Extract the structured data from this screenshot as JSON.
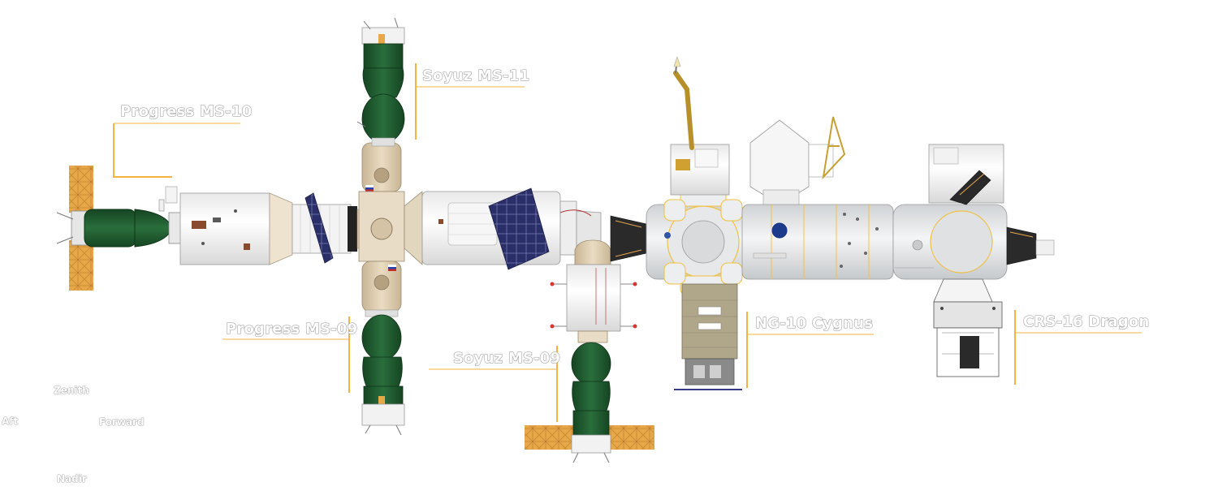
{
  "labels": {
    "progress_ms10": "Progress MS-10",
    "soyuz_ms11": "Soyuz MS-11",
    "progress_ms09": "Progress MS-09",
    "soyuz_ms09": "Soyuz MS-09",
    "ng10_cygnus": "NG-10 Cygnus",
    "crs16_dragon": "CRS-16 Dragon"
  },
  "compass": {
    "zenith": "Zenith",
    "aft": "Aft",
    "forward": "Forward",
    "nadir": "Nadir"
  },
  "colors": {
    "leader_line": "#f5b342",
    "soyuz_green": "#1e5a2e",
    "solar_gold": "#e8a84a",
    "solar_blue": "#2a2f6a",
    "orbital_beige": "#d9c6a8",
    "module_white": "#f2f2f2",
    "module_grey": "#d4d6d8",
    "cygnus_tan": "#a89e85"
  }
}
